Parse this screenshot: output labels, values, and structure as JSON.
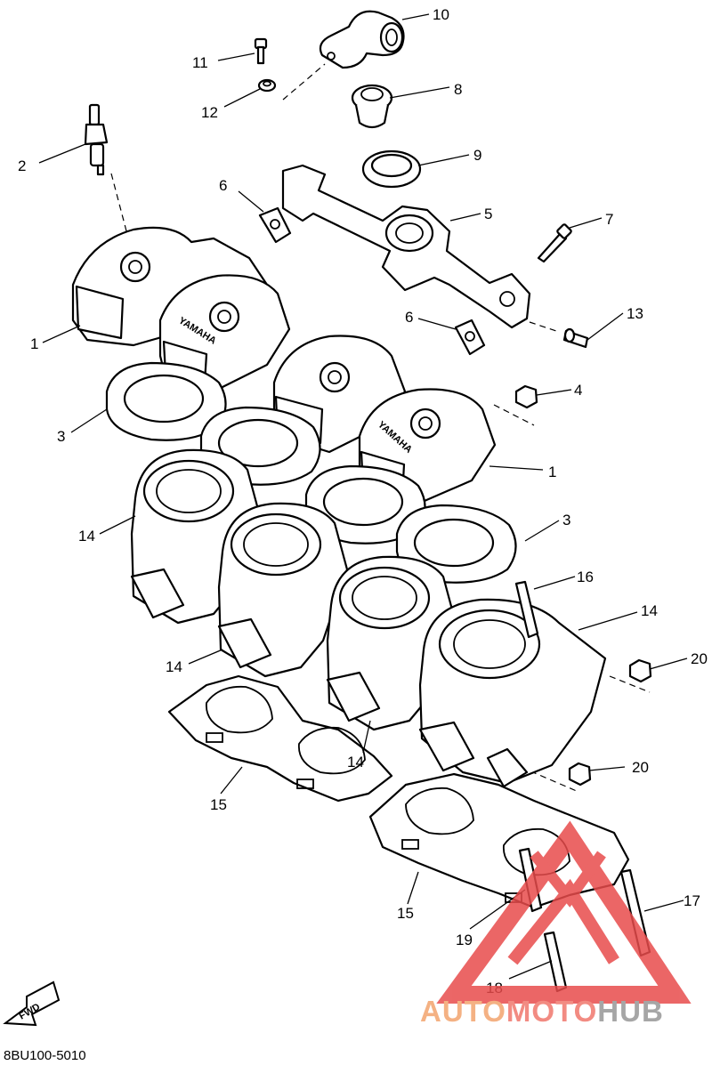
{
  "callouts": [
    {
      "label": "10"
    },
    {
      "label": "11"
    },
    {
      "label": "12"
    },
    {
      "label": "8"
    },
    {
      "label": "2"
    },
    {
      "label": "9"
    },
    {
      "label": "6"
    },
    {
      "label": "5"
    },
    {
      "label": "7"
    },
    {
      "label": "6"
    },
    {
      "label": "13"
    },
    {
      "label": "1"
    },
    {
      "label": "4"
    },
    {
      "label": "3"
    },
    {
      "label": "1"
    },
    {
      "label": "14"
    },
    {
      "label": "3"
    },
    {
      "label": "16"
    },
    {
      "label": "14"
    },
    {
      "label": "14"
    },
    {
      "label": "20"
    },
    {
      "label": "14"
    },
    {
      "label": "20"
    },
    {
      "label": "15"
    },
    {
      "label": "17"
    },
    {
      "label": "15"
    },
    {
      "label": "19"
    },
    {
      "label": "18"
    }
  ],
  "head_brand": "YAMAHA",
  "fwd_label": "FWD",
  "diagram_code": "8BU100-5010",
  "watermark": {
    "part_a": "AUTO",
    "part_b": "MOTO",
    "part_c": "HUB",
    "color_a": "#f4b183",
    "color_b": "#f28b82",
    "color_c": "#a6a6a6",
    "logo_color": "#e84c4c"
  }
}
